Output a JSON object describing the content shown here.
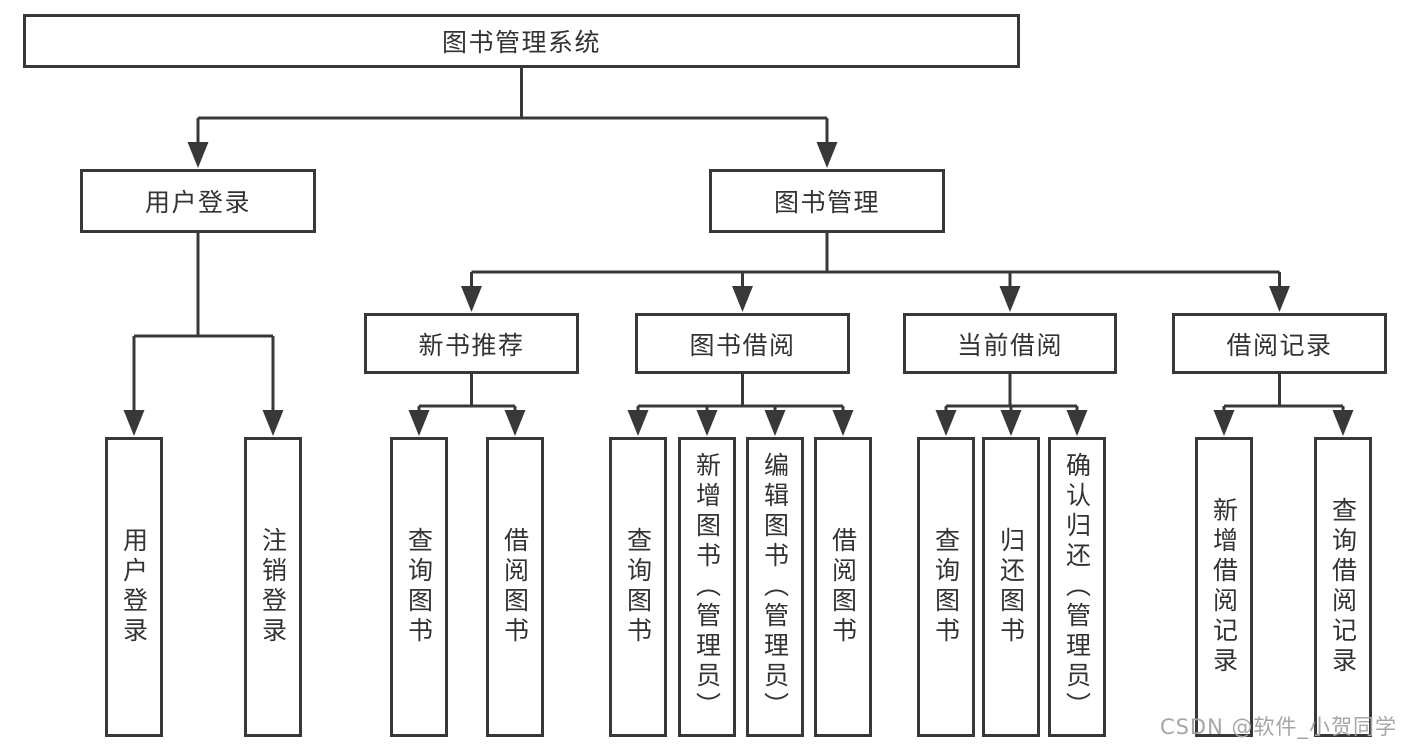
{
  "diagram": {
    "type": "hierarchy-tree",
    "root": {
      "label": "图书管理系统",
      "children": [
        {
          "label": "用户登录",
          "children": [
            {
              "label": "用户登录"
            },
            {
              "label": "注销登录"
            }
          ]
        },
        {
          "label": "图书管理",
          "children": [
            {
              "label": "新书推荐",
              "children": [
                {
                  "label": "查询图书"
                },
                {
                  "label": "借阅图书"
                }
              ]
            },
            {
              "label": "图书借阅",
              "children": [
                {
                  "label": "查询图书"
                },
                {
                  "label": "新增图书（管理员）"
                },
                {
                  "label": "编辑图书（管理员）"
                },
                {
                  "label": "借阅图书"
                }
              ]
            },
            {
              "label": "当前借阅",
              "children": [
                {
                  "label": "查询图书"
                },
                {
                  "label": "归还图书"
                },
                {
                  "label": "确认归还（管理员）"
                }
              ]
            },
            {
              "label": "借阅记录",
              "children": [
                {
                  "label": "新增借阅记录"
                },
                {
                  "label": "查询借阅记录"
                }
              ]
            }
          ]
        }
      ]
    }
  },
  "watermark": {
    "text": "CSDN @软件_小贺同学"
  },
  "colors": {
    "line": "#383838",
    "border": "#383838",
    "text": "#333333",
    "node_background": "#ffffff",
    "page_background": "#ffffff",
    "watermark": "#a6a6a6"
  }
}
